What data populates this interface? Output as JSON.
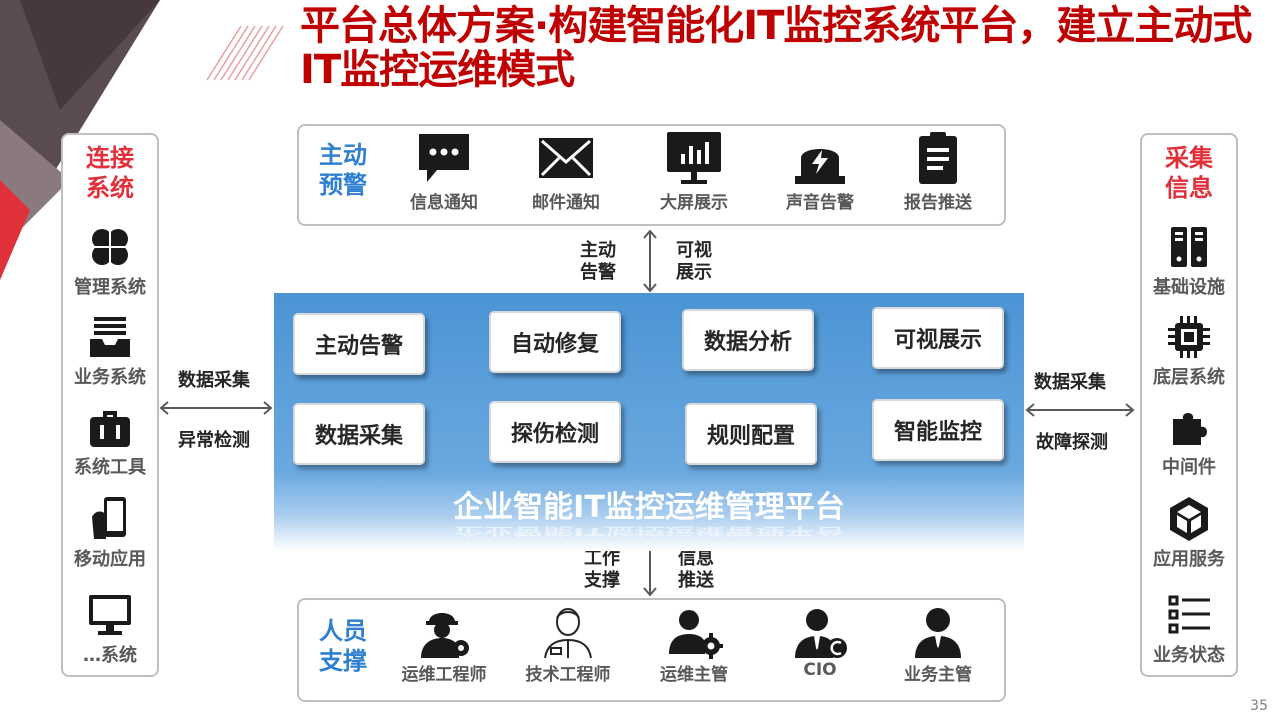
{
  "title": "平台总体方案·构建智能化IT监控系统平台，建立主动式IT监控运维模式",
  "left_panel": {
    "heading": "连接\n系统",
    "items": [
      {
        "label": "管理系统",
        "icon": "clover-icon"
      },
      {
        "label": "业务系统",
        "icon": "inbox-stack-icon"
      },
      {
        "label": "系统工具",
        "icon": "toolbox-icon"
      },
      {
        "label": "移动应用",
        "icon": "mobile-hand-icon"
      },
      {
        "label": "…系统",
        "icon": "monitor-icon"
      }
    ]
  },
  "right_panel": {
    "heading": "采集\n信息",
    "items": [
      {
        "label": "基础设施",
        "icon": "server-icon"
      },
      {
        "label": "底层系统",
        "icon": "chip-icon"
      },
      {
        "label": "中间件",
        "icon": "puzzle-icon"
      },
      {
        "label": "应用服务",
        "icon": "cube-icon"
      },
      {
        "label": "业务状态",
        "icon": "list-icon"
      }
    ]
  },
  "top_box": {
    "heading": "主动\n预警",
    "items": [
      {
        "label": "信息通知",
        "icon": "chat-bubble-icon"
      },
      {
        "label": "邮件通知",
        "icon": "envelope-icon"
      },
      {
        "label": "大屏展示",
        "icon": "chart-screen-icon"
      },
      {
        "label": "声音告警",
        "icon": "alarm-light-icon"
      },
      {
        "label": "报告推送",
        "icon": "clipboard-icon"
      }
    ]
  },
  "bottom_box": {
    "heading": "人员\n支撑",
    "items": [
      {
        "label": "运维工程师",
        "icon": "engineer-icon"
      },
      {
        "label": "技术工程师",
        "icon": "technician-icon"
      },
      {
        "label": "运维主管",
        "icon": "manager-gear-icon"
      },
      {
        "label": "CIO",
        "icon": "cio-icon"
      },
      {
        "label": "业务主管",
        "icon": "business-person-icon"
      }
    ]
  },
  "platform": {
    "buttons_row1": [
      "主动告警",
      "自动修复",
      "数据分析",
      "可视展示"
    ],
    "buttons_row2": [
      "数据采集",
      "探伤检测",
      "规则配置",
      "智能监控"
    ],
    "title": "企业智能IT监控运维管理平台"
  },
  "arrows": {
    "top_left": "主动\n告警",
    "top_right": "可视\n展示",
    "bottom_left": "工作\n支撑",
    "bottom_right": "信息\n推送",
    "left_top": "数据采集",
    "left_bottom": "异常检测",
    "right_top": "数据采集",
    "right_bottom": "故障探测"
  },
  "page_number": "35",
  "colors": {
    "title": "#c00000",
    "side_heading": "#e0303a",
    "box_heading": "#2f7fd0",
    "platform": "#4b94d4"
  }
}
